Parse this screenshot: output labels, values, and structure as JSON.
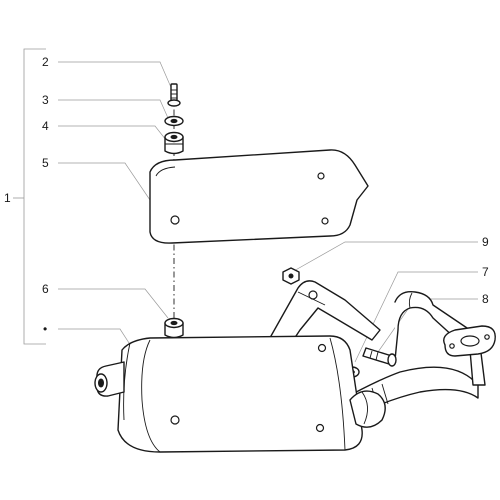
{
  "diagram": {
    "callouts": {
      "c1": "1",
      "c2": "2",
      "c3": "3",
      "c4": "4",
      "c5": "5",
      "c6": "6",
      "c7": "7",
      "c8": "8",
      "c9": "9",
      "dot": "•"
    }
  }
}
